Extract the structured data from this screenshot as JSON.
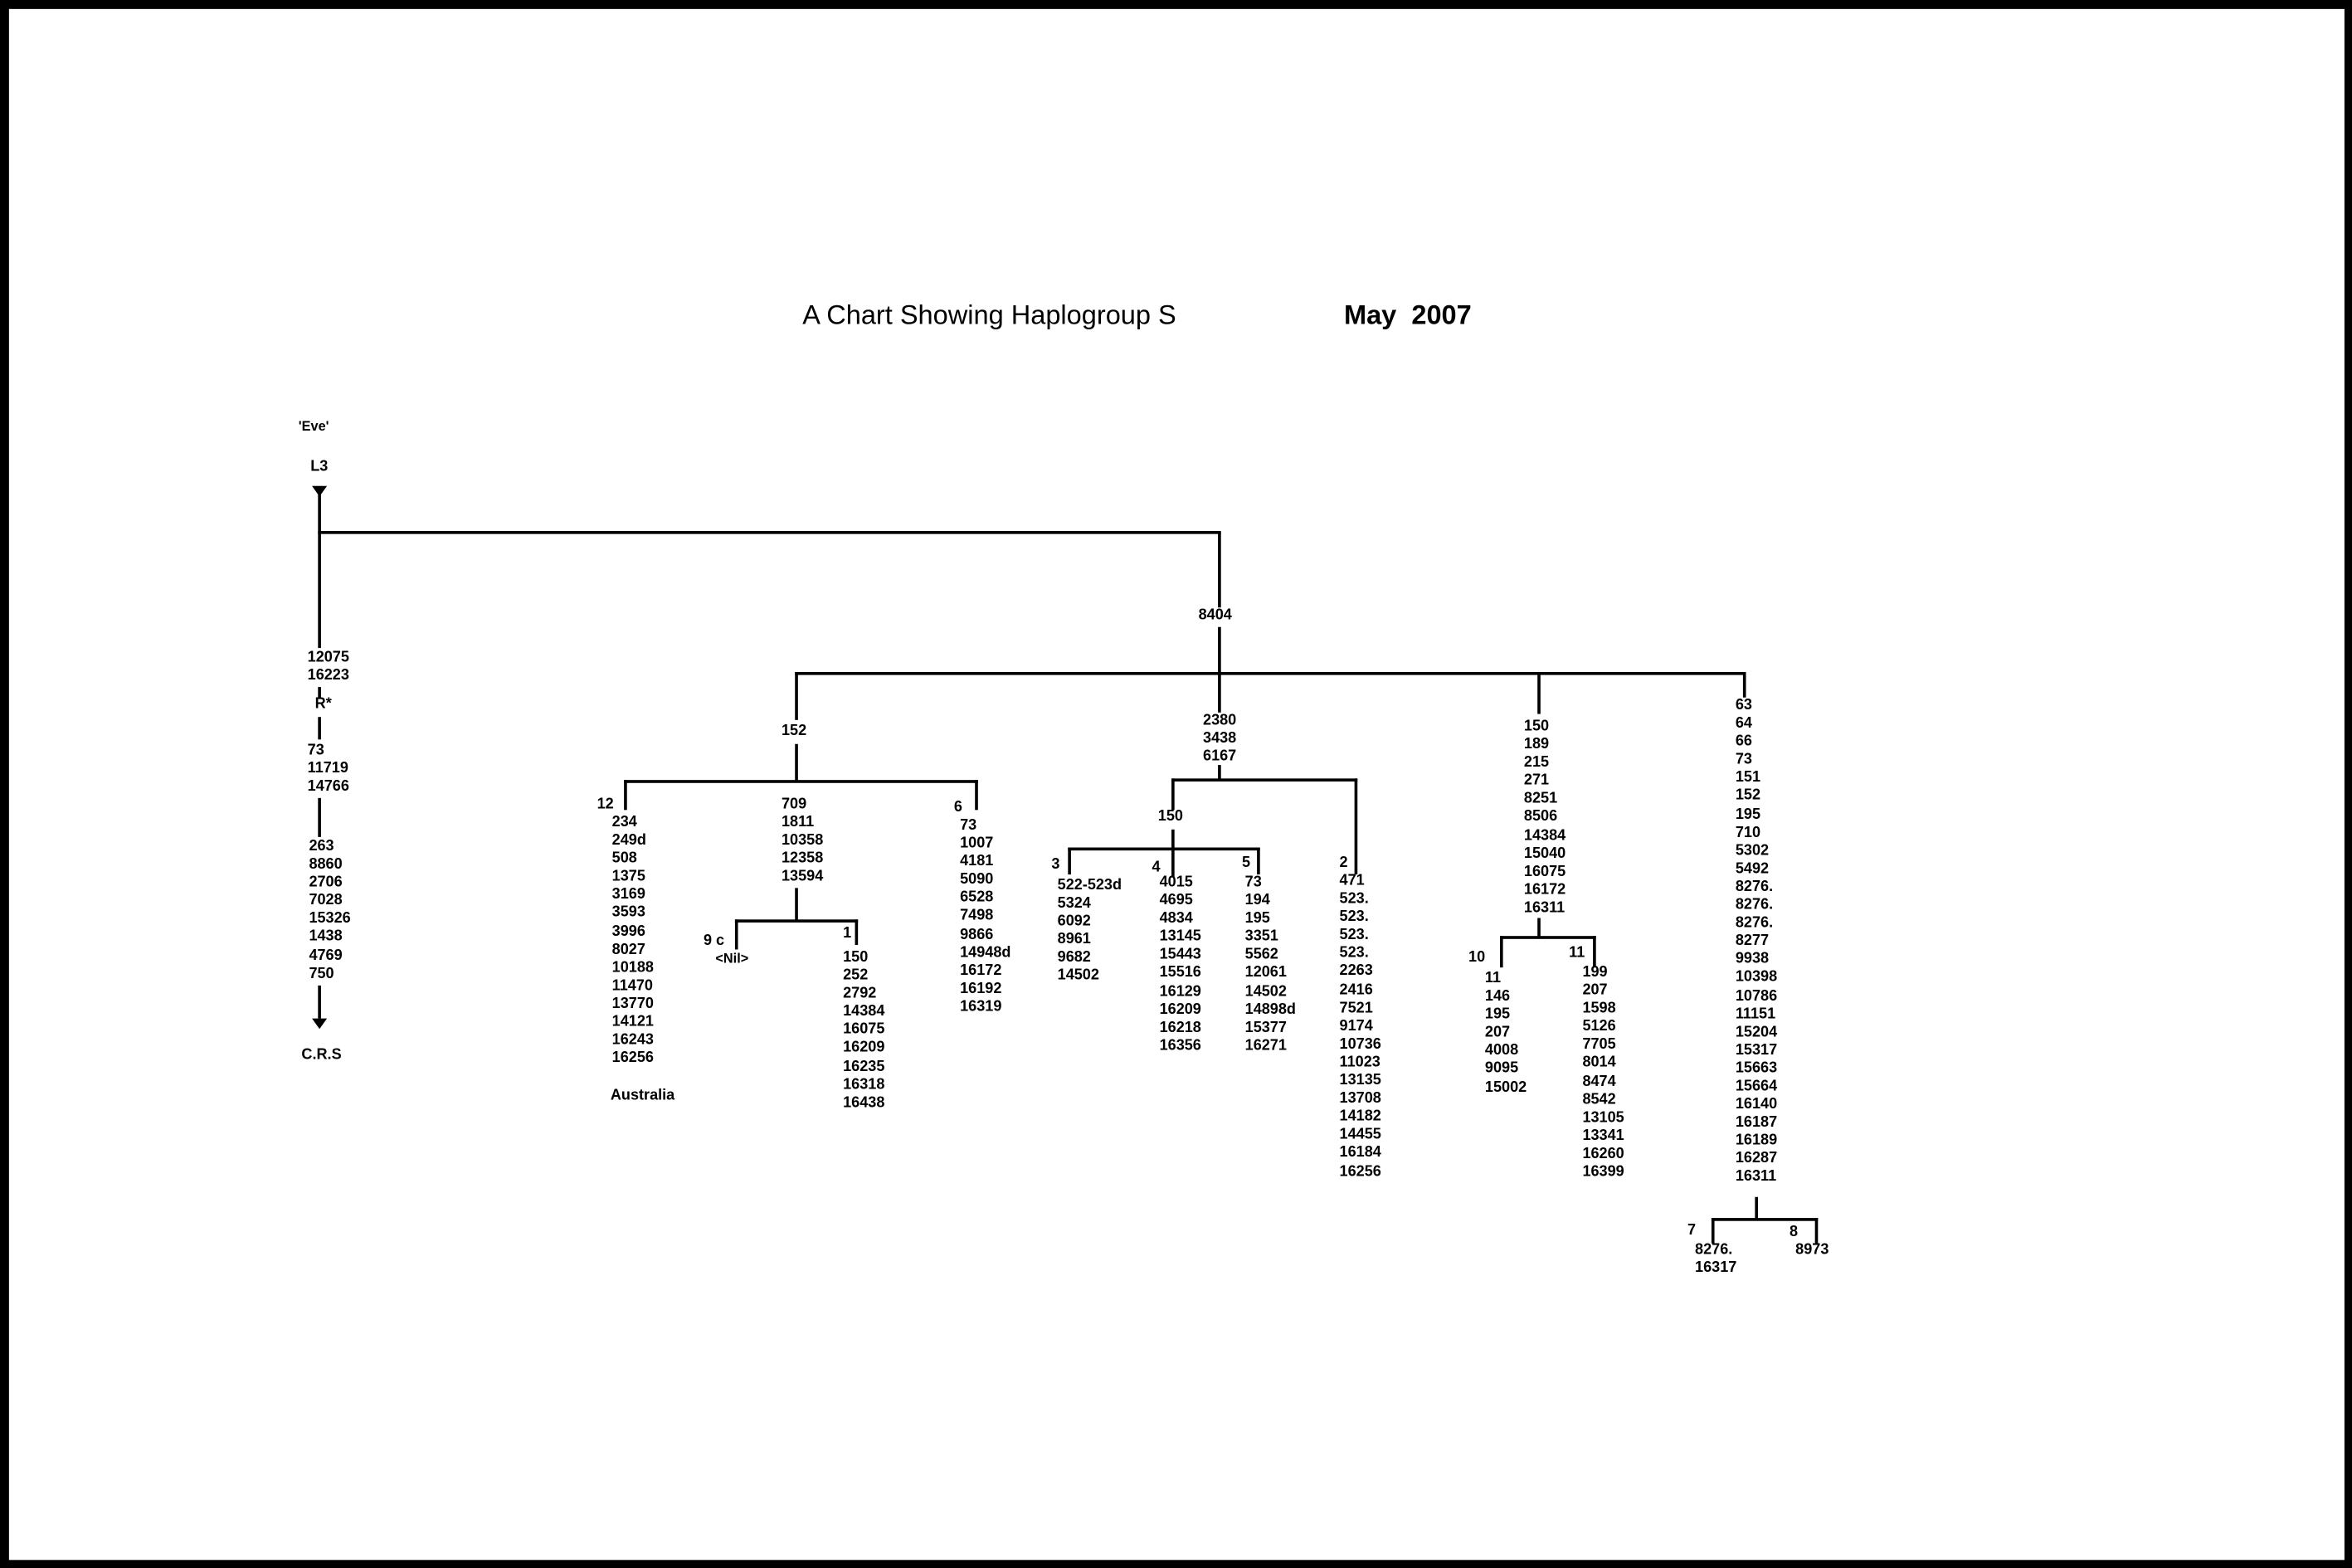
{
  "title": "A Chart Showing Haplogroup S",
  "date": "May  2007",
  "root": {
    "eve": "'Eve'",
    "l3": "L3",
    "crs": "C.R.S"
  },
  "trunk": {
    "m1": [
      "12075",
      "16223"
    ],
    "r_label": "R*",
    "m2": [
      "73",
      "11719",
      "14766"
    ],
    "m3": [
      "263",
      "8860",
      "2706",
      "7028",
      "15326",
      "1438",
      "4769",
      "750"
    ]
  },
  "s_root": {
    "label": "8404"
  },
  "branch_152": {
    "label": "152",
    "sub12": {
      "label": "12",
      "mutations": [
        "234",
        "249d",
        "508",
        "1375",
        "3169",
        "3593",
        "3996",
        "8027",
        "10188",
        "11470",
        "13770",
        "14121",
        "16243",
        "16256"
      ],
      "region": "Australia"
    },
    "mid": {
      "mutations": [
        "709",
        "1811",
        "10358",
        "12358",
        "13594"
      ]
    },
    "sub9": {
      "label": "9 c",
      "mutations": [
        "<Nil>"
      ]
    },
    "sub1": {
      "label": "1",
      "mutations": [
        "150",
        "252",
        "2792",
        "14384",
        "16075",
        "16209",
        "16235",
        "16318",
        "16438"
      ]
    },
    "sub6": {
      "label": "6",
      "mutations": [
        "73",
        "1007",
        "4181",
        "5090",
        "6528",
        "7498",
        "9866",
        "14948d",
        "16172",
        "16192",
        "16319"
      ]
    }
  },
  "branch_2380": {
    "mutations": [
      "2380",
      "3438",
      "6167"
    ],
    "node150": {
      "label": "150"
    },
    "sub3": {
      "label": "3",
      "mutations": [
        "522-523d",
        "5324",
        "6092",
        "8961",
        "9682",
        "14502"
      ]
    },
    "sub4": {
      "label": "4",
      "mutations": [
        "4015",
        "4695",
        "4834",
        "13145",
        "15443",
        "15516",
        "16129",
        "16209",
        "16218",
        "16356"
      ]
    },
    "sub5": {
      "label": "5",
      "mutations": [
        "73",
        "194",
        "195",
        "3351",
        "5562",
        "12061",
        "14502",
        "14898d",
        "15377",
        "16271"
      ]
    },
    "sub2": {
      "label": "2",
      "mutations": [
        "471",
        "523.",
        "523.",
        "523.",
        "523.",
        "2263",
        "2416",
        "7521",
        "9174",
        "10736",
        "11023",
        "13135",
        "13708",
        "14182",
        "14455",
        "16184",
        "16256"
      ]
    }
  },
  "branch_150": {
    "mutations": [
      "150",
      "189",
      "215",
      "271",
      "8251",
      "8506",
      "14384",
      "15040",
      "16075",
      "16172",
      "16311"
    ],
    "sub10": {
      "label": "10",
      "mutations": [
        "11",
        "146",
        "195",
        "207",
        "4008",
        "9095",
        "15002"
      ]
    },
    "sub11": {
      "label": "11",
      "mutations": [
        "199",
        "207",
        "1598",
        "5126",
        "7705",
        "8014",
        "8474",
        "8542",
        "13105",
        "13341",
        "16260",
        "16399"
      ]
    }
  },
  "branch_63": {
    "mutations": [
      "63",
      "64",
      "66",
      "73",
      "151",
      "152",
      "195",
      "710",
      "5302",
      "5492",
      "8276.",
      "8276.",
      "8276.",
      "8277",
      "9938",
      "10398",
      "10786",
      "11151",
      "15204",
      "15317",
      "15663",
      "15664",
      "16140",
      "16187",
      "16189",
      "16287",
      "16311"
    ],
    "sub7": {
      "label": "7",
      "mutations": [
        "8276.",
        "16317"
      ]
    },
    "sub8": {
      "label": "8",
      "mutations": [
        "8973"
      ]
    }
  }
}
